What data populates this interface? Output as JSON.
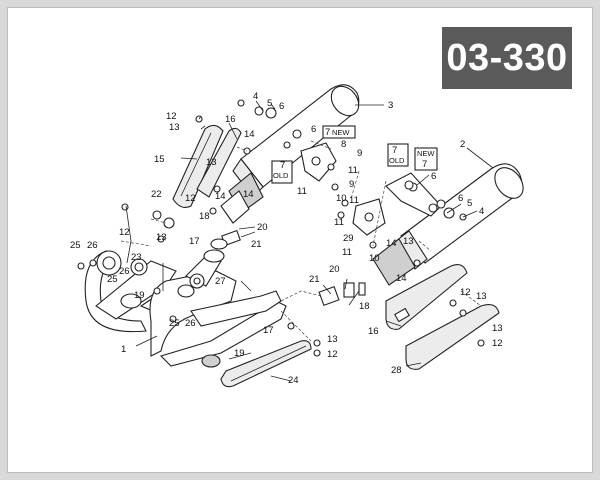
{
  "page_code": "03-330",
  "callouts": {
    "n1": "1",
    "n2": "2",
    "n3": "3",
    "n4a": "4",
    "n4b": "4",
    "n5a": "5",
    "n5b": "5",
    "n6a": "6",
    "n6b": "6",
    "n6c": "6",
    "n7a": "7",
    "n7b": "7",
    "n7c": "7",
    "n7d": "7",
    "n8": "8",
    "n9a": "9",
    "n9b": "9",
    "n10a": "10",
    "n10b": "10",
    "n11a": "11",
    "n11b": "11",
    "n11c": "11",
    "n11d": "11",
    "n11e": "11",
    "n12a": "12",
    "n12b": "12",
    "n12c": "12",
    "n12d": "12",
    "n12e": "12",
    "n12f": "12",
    "n13a": "13",
    "n13b": "13",
    "n13c": "13",
    "n13d": "13",
    "n13e": "13",
    "n13f": "13",
    "n14a": "14",
    "n14b": "14",
    "n14c": "14",
    "n14d": "14",
    "n15": "15",
    "n16a": "16",
    "n16b": "16",
    "n17a": "17",
    "n17b": "17",
    "n18a": "18",
    "n18b": "18",
    "n19a": "19",
    "n19b": "19",
    "n20a": "20",
    "n20b": "20",
    "n21a": "21",
    "n21b": "21",
    "n22": "22",
    "n23": "23",
    "n24": "24",
    "n25a": "25",
    "n25b": "25",
    "n25c": "25",
    "n26a": "26",
    "n26b": "26",
    "n26c": "26",
    "n27": "27",
    "n28": "28",
    "n29": "29",
    "old1": "OLD",
    "old2": "OLD",
    "new1": "NEW",
    "new2": "NEW"
  }
}
